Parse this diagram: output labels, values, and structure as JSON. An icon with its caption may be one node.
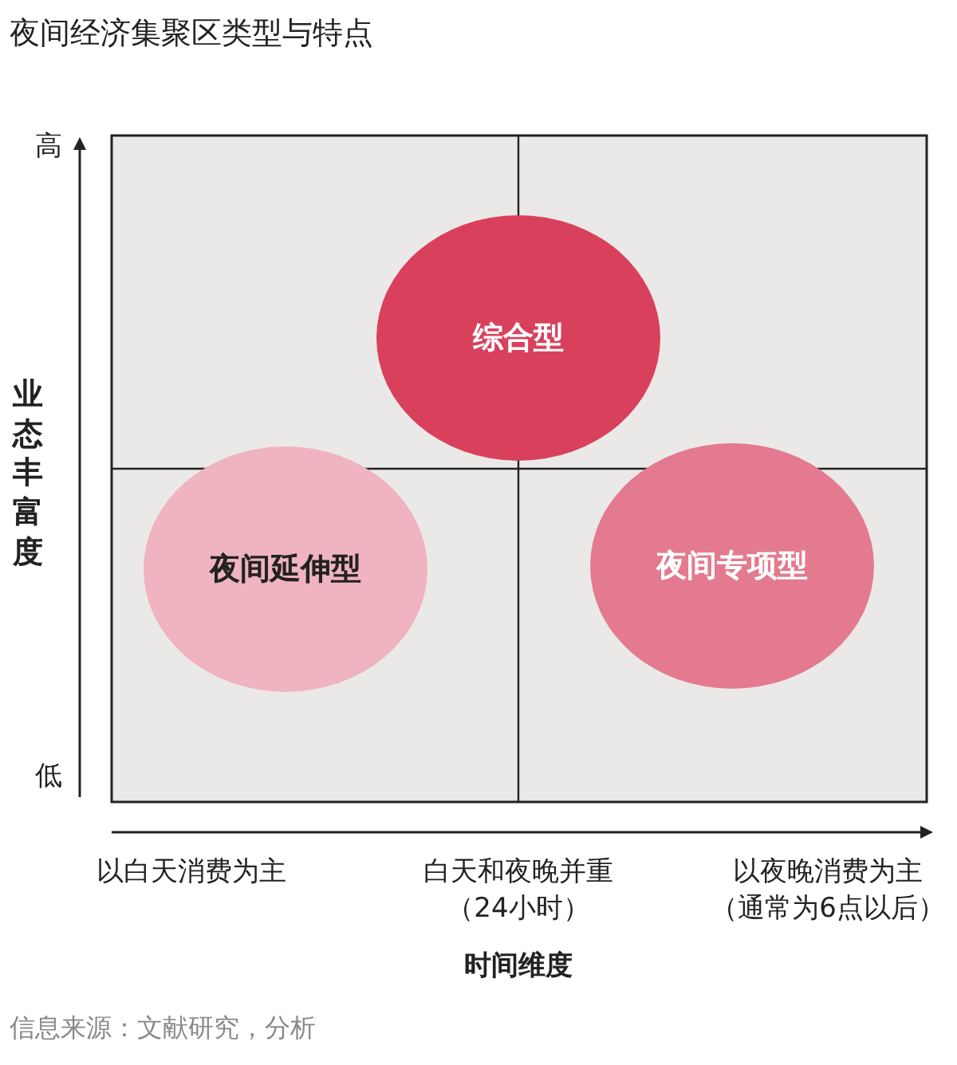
{
  "diagram": {
    "title": "夜间经济集聚区类型与特点",
    "nodes": [
      {
        "text": [
          "综合型"
        ]
      },
      {
        "text": [
          "夜间延伸型"
        ]
      },
      {
        "text": [
          "夜间专项型"
        ]
      }
    ],
    "labels": [
      "高",
      "业态丰富度",
      "低",
      "以白天消费为主",
      "白天和夜晚并重",
      "（24小时）",
      "以夜晚消费为主",
      "（通常为6点以后）",
      "时间维度",
      "信息来源：文献研究，分析"
    ]
  }
}
